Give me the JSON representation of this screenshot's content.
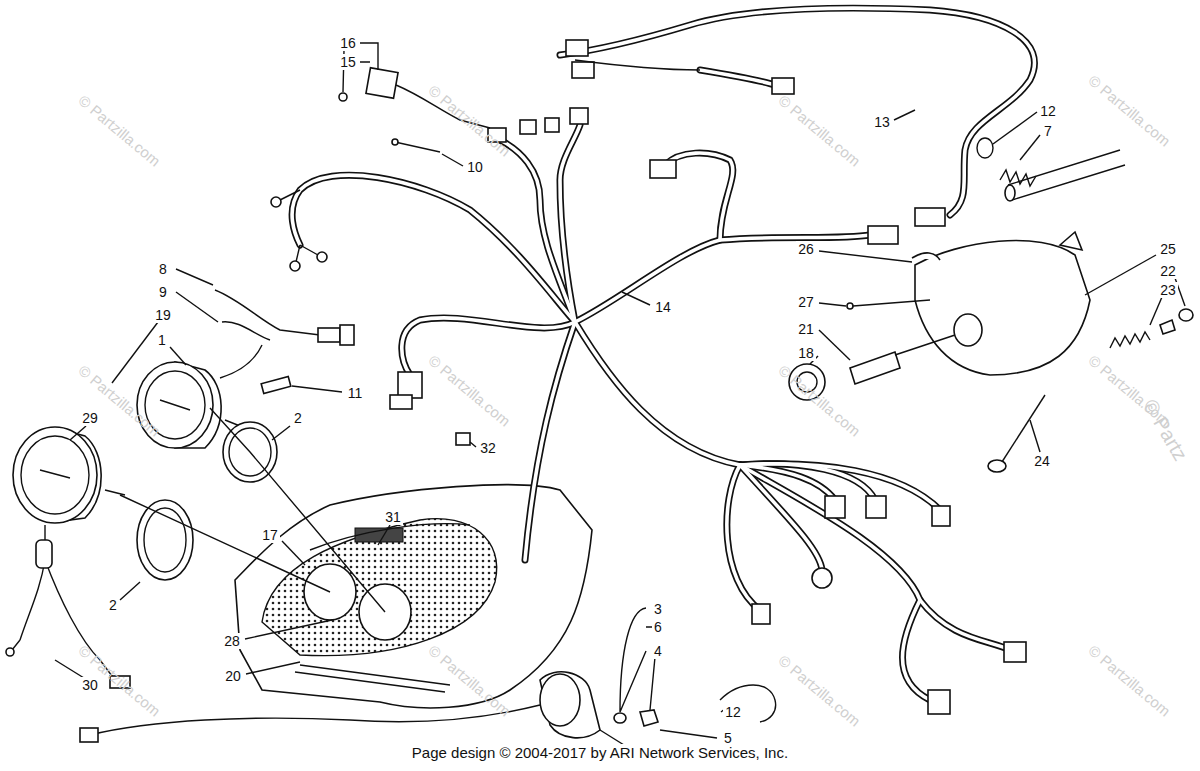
{
  "diagram": {
    "labels": [
      "16",
      "15",
      "10",
      "13",
      "12",
      "7",
      "14",
      "8",
      "9",
      "19",
      "1",
      "11",
      "2",
      "29",
      "2",
      "17",
      "31",
      "26",
      "27",
      "21",
      "18",
      "25",
      "22",
      "23",
      "24",
      "32",
      "28",
      "20",
      "30",
      "3",
      "6",
      "4",
      "12",
      "5",
      "Page design © 2004-2017 by ARI Network Services, Inc.",
      "© Partzilla.com",
      "© Partzilla.com",
      "© Partzilla.com",
      "© Partzilla.com",
      "© Partzilla.com",
      "© Partzilla.com",
      "© Partzilla.com",
      "© Partzilla.com",
      "© Partzilla.com",
      "© Partzilla.com",
      "© Partzilla.com",
      "© Partzilla.com",
      "© Partz"
    ]
  }
}
